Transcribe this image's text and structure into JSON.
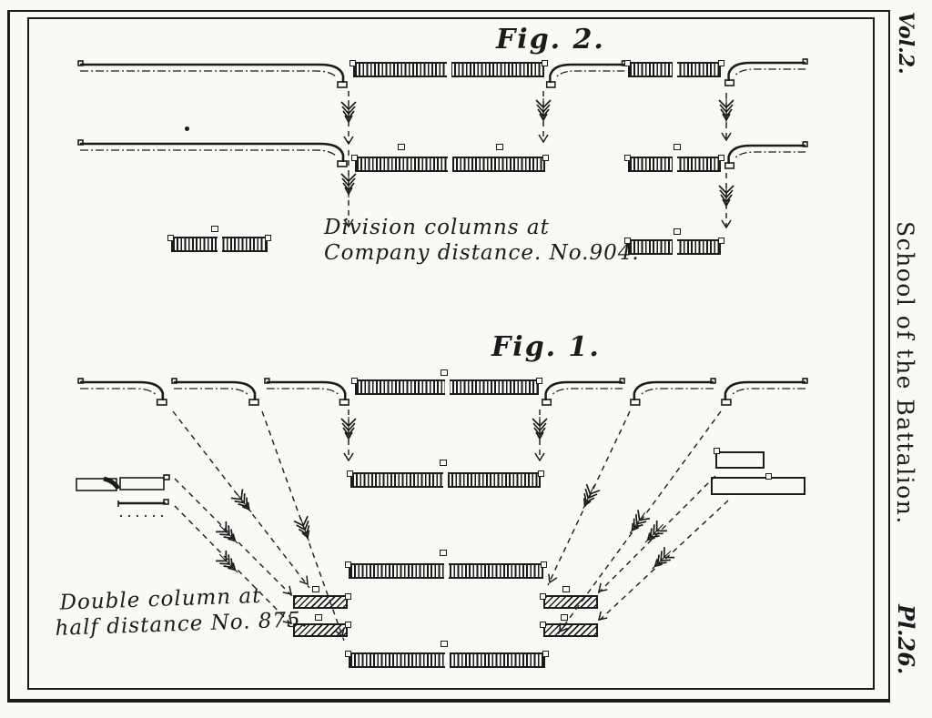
{
  "figure2": {
    "title": "Fig. 2.",
    "caption_line1": "Division columns at",
    "caption_line2": "Company distance. No.904."
  },
  "figure1": {
    "title": "Fig. 1.",
    "caption_line1": "Double column at",
    "caption_line2": "half distance No. 875."
  },
  "margin": {
    "volume_label": "Vol.2.",
    "series_label": "School of the Battalion.",
    "plate_label": "Pl.26."
  },
  "colors": {
    "ink": "#1b1b1b",
    "paper": "#faf9f5"
  }
}
